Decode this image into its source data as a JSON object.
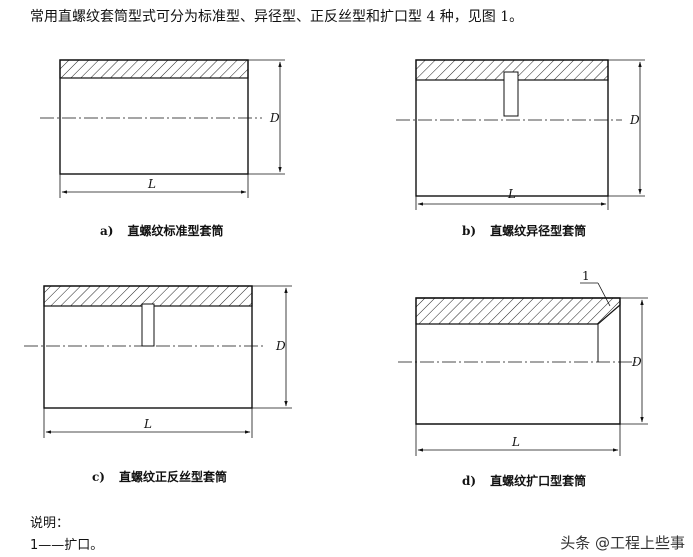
{
  "intro_text": "常用直螺纹套筒型式可分为标准型、异径型、正反丝型和扩口型 4 种，见图 1。",
  "figures": [
    {
      "letter": "a)",
      "caption": "直螺纹标准型套筒",
      "length_label": "L",
      "diameter_label": "D"
    },
    {
      "letter": "b)",
      "caption": "直螺纹异径型套筒",
      "length_label": "L",
      "diameter_label": "D"
    },
    {
      "letter": "c)",
      "caption": "直螺纹正反丝型套筒",
      "length_label": "L",
      "diameter_label": "D"
    },
    {
      "letter": "d)",
      "caption": "直螺纹扩口型套筒",
      "length_label": "L",
      "diameter_label": "D",
      "callout": "1"
    }
  ],
  "notes": {
    "title": "说明：",
    "item": "1——扩口。"
  },
  "watermark": "头条 @工程上些事"
}
